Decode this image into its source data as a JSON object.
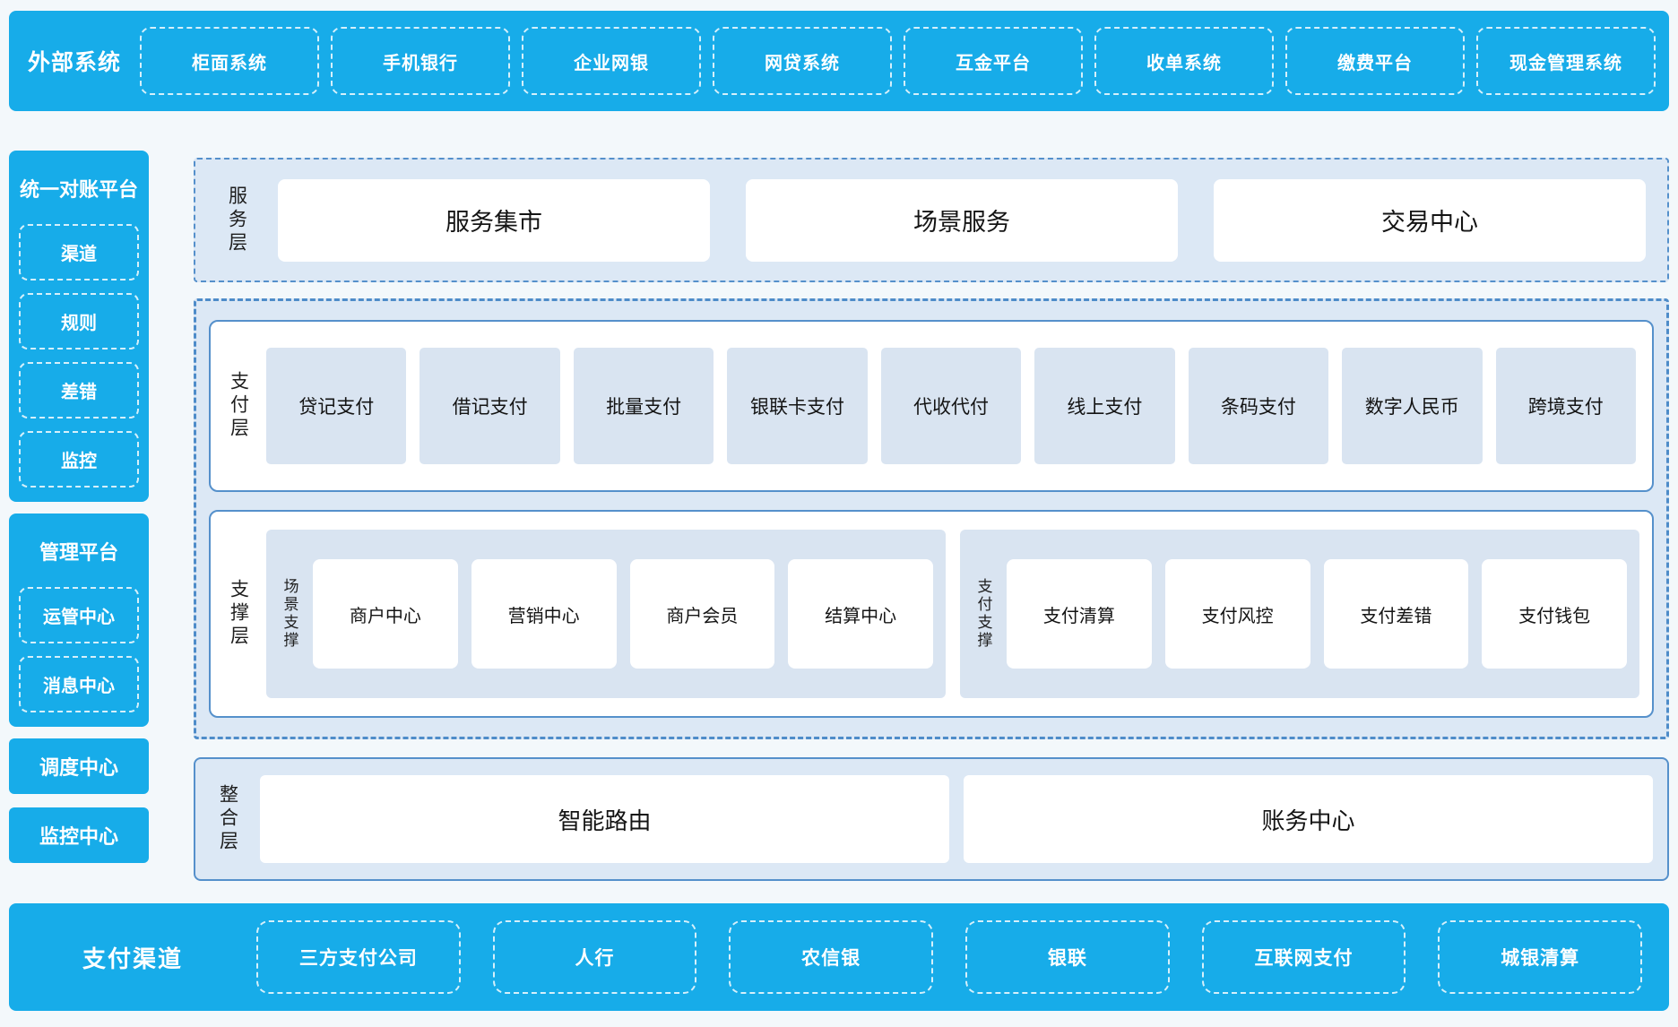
{
  "colors": {
    "accent_blue": "#17ace9",
    "panel_bg": "#dce8f5",
    "tile_bg": "#d9e4f1",
    "border_blue": "#5590cb",
    "text_dark": "#212121",
    "text_white": "#ffffff"
  },
  "top_bar": {
    "title": "外部系统",
    "items": [
      "柜面系统",
      "手机银行",
      "企业网银",
      "网贷系统",
      "互金平台",
      "收单系统",
      "缴费平台",
      "现金管理系统"
    ]
  },
  "sidebar": {
    "reconciliation": {
      "title": "统一对账平台",
      "items": [
        "渠道",
        "规则",
        "差错",
        "监控"
      ]
    },
    "management": {
      "title": "管理平台",
      "items": [
        "运管中心",
        "消息中心"
      ]
    },
    "dispatch_center": "调度中心",
    "monitor_center": "监控中心"
  },
  "layers": {
    "service": {
      "label": "服务层",
      "items": [
        "服务集市",
        "场景服务",
        "交易中心"
      ]
    },
    "payment": {
      "label": "支付层",
      "items": [
        "贷记支付",
        "借记支付",
        "批量支付",
        "银联卡支付",
        "代收代付",
        "线上支付",
        "条码支付",
        "数字人民币",
        "跨境支付"
      ]
    },
    "support": {
      "label": "支撑层",
      "groups": [
        {
          "label": "场景支撑",
          "items": [
            "商户中心",
            "营销中心",
            "商户会员",
            "结算中心"
          ]
        },
        {
          "label": "支付支撑",
          "items": [
            "支付清算",
            "支付风控",
            "支付差错",
            "支付钱包"
          ]
        }
      ]
    },
    "integration": {
      "label": "整合层",
      "items": [
        "智能路由",
        "账务中心"
      ]
    }
  },
  "bottom_bar": {
    "title": "支付渠道",
    "items": [
      "三方支付公司",
      "人行",
      "农信银",
      "银联",
      "互联网支付",
      "城银清算"
    ]
  }
}
